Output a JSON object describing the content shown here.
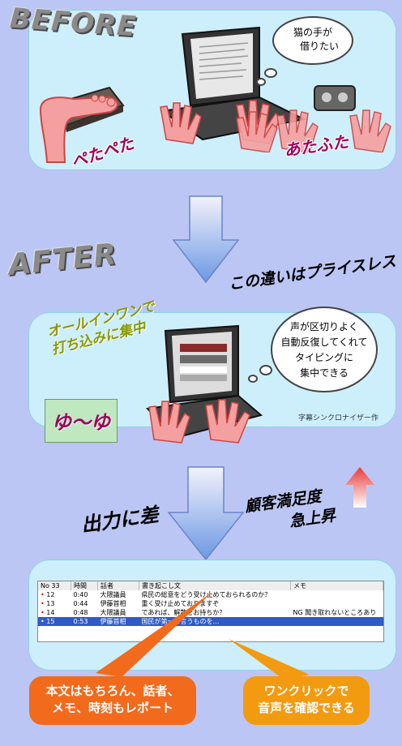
{
  "before": {
    "title": "BEFORE",
    "thought": [
      "猫の手が",
      "借りたい"
    ],
    "onoma_left": "ぺたぺた",
    "onoma_right": "あたふた"
  },
  "after": {
    "title": "AFTER",
    "slogan": "この違いはプライスレス",
    "allinone": [
      "オールインワンで",
      "打ち込みに集中"
    ],
    "thought": [
      "声が区切りよく",
      "自動反復してくれて",
      "タイピングに",
      "集中できる"
    ],
    "pedal_label": "ゆ～ゆ",
    "caption": "字幕シンクロナイザー作"
  },
  "output": {
    "left_label": "出力に差",
    "right_label": [
      "顧客満足度",
      "急上昇"
    ]
  },
  "table": {
    "headers": [
      "No 33",
      "時間",
      "話者",
      "書き起こし文",
      "メモ"
    ],
    "rows": [
      {
        "no": "12",
        "time": "0:40",
        "speaker": "大隈議員",
        "text": "県民の総意をどう受け止めておられるのか？",
        "memo": ""
      },
      {
        "no": "13",
        "time": "0:44",
        "speaker": "伊藤首相",
        "text": "重く受け止めておりますぞ",
        "memo": ""
      },
      {
        "no": "14",
        "time": "0:48",
        "speaker": "大隈議員",
        "text": "であれば、解散をお持ちか？",
        "memo": "NG 聞き取れないところあり"
      },
      {
        "no": "15",
        "time": "0:53",
        "speaker": "伊藤首相",
        "text": "国民が第一と言うものを…",
        "memo": ""
      }
    ]
  },
  "callouts": {
    "left": [
      "本文はもちろん、話者、",
      "メモ、時刻もレポート"
    ],
    "right": [
      "ワンクリックで",
      "音声を確認できる"
    ]
  },
  "colors": {
    "panel": "#cdeffb",
    "arrow": "#8fb2ea",
    "callout_left": "#f26a1b",
    "callout_right": "#f29a10",
    "selection": "#2f5bc7"
  }
}
